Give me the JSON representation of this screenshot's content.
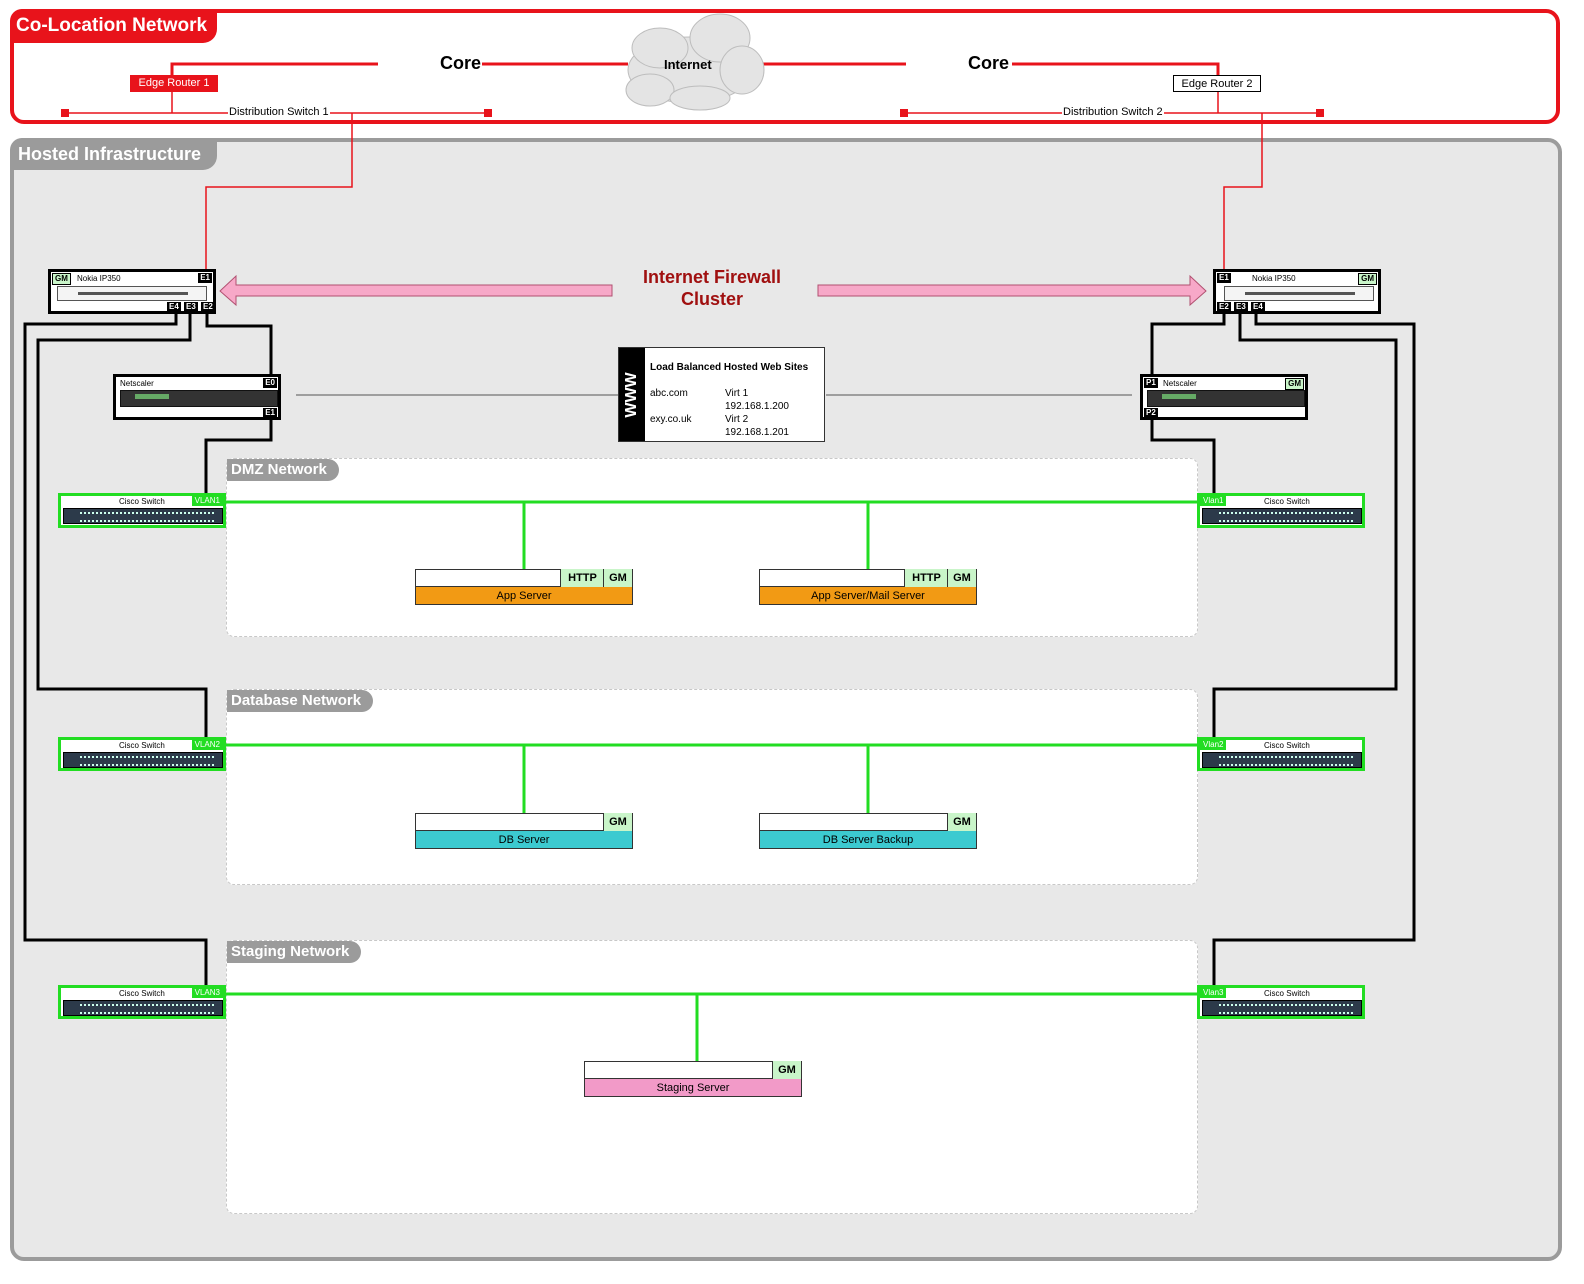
{
  "colo": {
    "title": "Co-Location Network",
    "core_left": "Core",
    "core_right": "Core",
    "internet": "Internet",
    "edge_router_1": "Edge Router 1",
    "edge_router_2": "Edge Router 2",
    "dist_switch_1": "Distribution Switch 1",
    "dist_switch_2": "Distribution Switch 2"
  },
  "hosted": {
    "title": "Hosted Infrastructure",
    "firewall_title": "Internet Firewall Cluster",
    "fw_left": {
      "name": "Nokia IP350",
      "ports": [
        "GM",
        "E1",
        "E4",
        "E3",
        "E2"
      ]
    },
    "fw_right": {
      "name": "Nokia IP350",
      "ports": [
        "E1",
        "GM",
        "E2",
        "E3",
        "E4"
      ]
    },
    "ns_left": {
      "name": "Netscaler",
      "ports": [
        "E0",
        "E1"
      ]
    },
    "ns_right": {
      "name": "Netscaler",
      "ports": [
        "P1",
        "GM",
        "P2"
      ]
    },
    "www": {
      "badge": "WWW",
      "title": "Load Balanced Hosted Web Sites",
      "site1": "abc.com",
      "virt1": "Virt 1",
      "ip1": "192.168.1.200",
      "site2": "exy.co.uk",
      "virt2": "Virt 2",
      "ip2": "192.168.1.201"
    }
  },
  "networks": {
    "dmz": {
      "title": "DMZ Network",
      "switch_left": {
        "name": "Cisco Switch",
        "vlan": "VLAN1"
      },
      "switch_right": {
        "name": "Cisco Switch",
        "vlan": "Vlan1"
      },
      "servers": [
        {
          "label": "App Server",
          "tags": [
            "HTTP",
            "GM"
          ],
          "color": "#f29a14"
        },
        {
          "label": "App Server/Mail Server",
          "tags": [
            "HTTP",
            "GM"
          ],
          "color": "#f29a14"
        }
      ]
    },
    "database": {
      "title": "Database Network",
      "switch_left": {
        "name": "Cisco Switch",
        "vlan": "VLAN2"
      },
      "switch_right": {
        "name": "Cisco Switch",
        "vlan": "Vlan2"
      },
      "servers": [
        {
          "label": "DB Server",
          "tags": [
            "GM"
          ],
          "color": "#3ccad0"
        },
        {
          "label": "DB Server Backup",
          "tags": [
            "GM"
          ],
          "color": "#3ccad0"
        }
      ]
    },
    "staging": {
      "title": "Staging Network",
      "switch_left": {
        "name": "Cisco Switch",
        "vlan": "VLAN3"
      },
      "switch_right": {
        "name": "Cisco Switch",
        "vlan": "Vlan3"
      },
      "servers": [
        {
          "label": "Staging Server",
          "tags": [
            "GM"
          ],
          "color": "#f29ac8"
        }
      ]
    }
  },
  "colors": {
    "colo_red": "#e8131b",
    "panel_gray": "#9b9b9b",
    "link_green": "#22dd22",
    "firewall_title": "#a01010",
    "arrow_pink": "#f7a8c8"
  }
}
